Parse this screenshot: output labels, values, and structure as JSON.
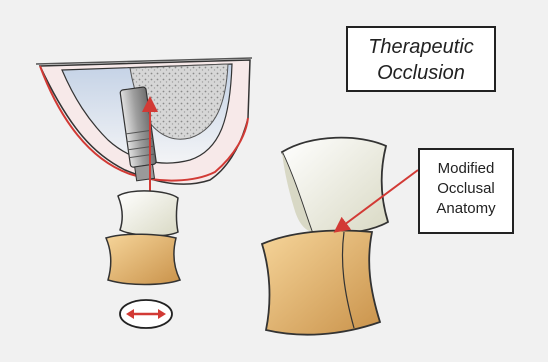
{
  "title": {
    "line1": "Therapeutic",
    "line2": "Occlusion"
  },
  "callout": {
    "line1": "Modified",
    "line2": "Occlusal",
    "line3": "Anatomy"
  },
  "colors": {
    "background": "#f1f1f1",
    "bone_stipple": "#c9c9c9",
    "gum": "#e8ecf2",
    "gum_edge": "#d23a35",
    "crown": "#f4f3e2",
    "opposing_tooth": "#e7b96a",
    "arrow": "#d23a35",
    "implant": "#b8b8b8"
  },
  "icons": {
    "horizontal_arrow": "double-headed-arrow-icon"
  }
}
